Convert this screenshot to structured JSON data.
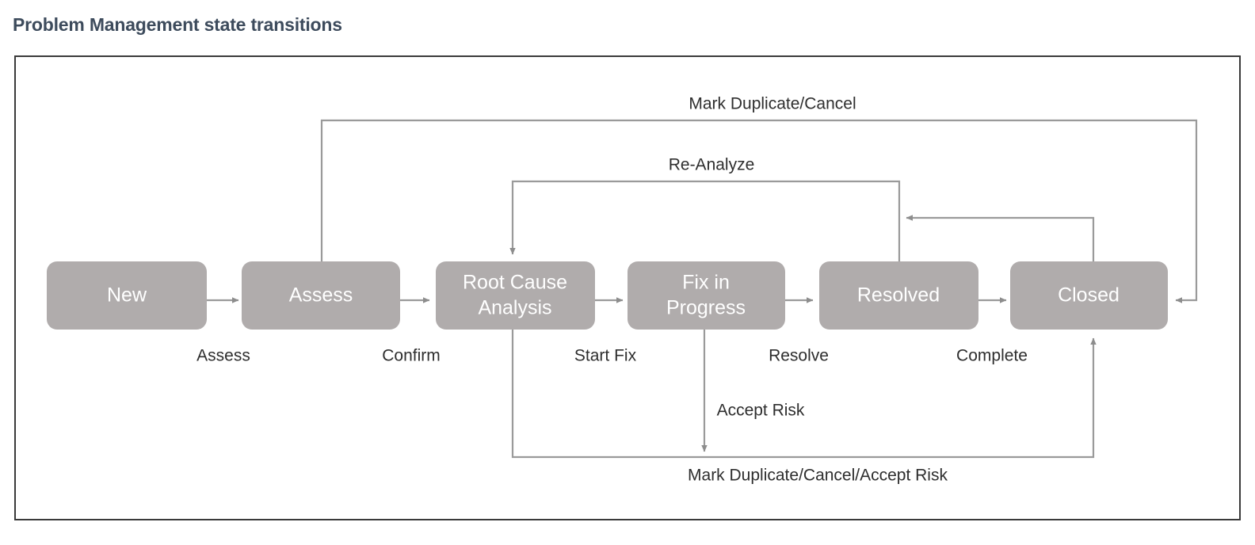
{
  "page": {
    "title": "Problem Management state transitions"
  },
  "diagram": {
    "type": "state-transition-diagram",
    "frame_border_color": "#3a3a3a",
    "node_fill_color": "#b0acac",
    "node_text_color": "#ffffff",
    "edge_color": "#9a9a9a",
    "edge_label_color": "#2e2e2e",
    "states": [
      {
        "id": "new",
        "label": "New",
        "lines": [
          "New"
        ]
      },
      {
        "id": "assess",
        "label": "Assess",
        "lines": [
          "Assess"
        ]
      },
      {
        "id": "root-cause-analysis",
        "label": "Root Cause Analysis",
        "lines": [
          "Root Cause",
          "Analysis"
        ]
      },
      {
        "id": "fix-in-progress",
        "label": "Fix in Progress",
        "lines": [
          "Fix in",
          "Progress"
        ]
      },
      {
        "id": "resolved",
        "label": "Resolved",
        "lines": [
          "Resolved"
        ]
      },
      {
        "id": "closed",
        "label": "Closed",
        "lines": [
          "Closed"
        ]
      }
    ],
    "transitions": [
      {
        "id": "t-assess",
        "from": "New",
        "to": "Assess",
        "label": "Assess",
        "route": "forward"
      },
      {
        "id": "t-confirm",
        "from": "Assess",
        "to": "Root Cause Analysis",
        "label": "Confirm",
        "route": "forward"
      },
      {
        "id": "t-start-fix",
        "from": "Root Cause Analysis",
        "to": "Fix in Progress",
        "label": "Start Fix",
        "route": "forward"
      },
      {
        "id": "t-resolve",
        "from": "Fix in Progress",
        "to": "Resolved",
        "label": "Resolve",
        "route": "forward"
      },
      {
        "id": "t-complete",
        "from": "Resolved",
        "to": "Closed",
        "label": "Complete",
        "route": "forward"
      },
      {
        "id": "t-mark-duplicate-cancel",
        "from": "Assess",
        "to": "Closed",
        "label": "Mark Duplicate/Cancel",
        "route": "top"
      },
      {
        "id": "t-re-analyze",
        "from": "Resolved",
        "to": "Root Cause Analysis",
        "label": "Re-Analyze",
        "route": "top"
      },
      {
        "id": "t-reopen",
        "from": "Closed",
        "to": "Resolved",
        "label": "",
        "route": "top"
      },
      {
        "id": "t-mark-duplicate-cancel-accept-risk",
        "from": "Root Cause Analysis",
        "to": "Closed",
        "label": "Mark Duplicate/Cancel/Accept Risk",
        "route": "bottom"
      },
      {
        "id": "t-accept-risk",
        "from": "Fix in Progress",
        "to": "Closed",
        "label": "Accept Risk",
        "route": "bottom"
      }
    ],
    "labels": {
      "assess": "Assess",
      "confirm": "Confirm",
      "start_fix": "Start Fix",
      "resolve": "Resolve",
      "complete": "Complete",
      "mark_duplicate_cancel": "Mark Duplicate/Cancel",
      "re_analyze": "Re-Analyze",
      "accept_risk": "Accept Risk",
      "mark_duplicate_cancel_accept_risk": "Mark Duplicate/Cancel/Accept Risk"
    }
  }
}
